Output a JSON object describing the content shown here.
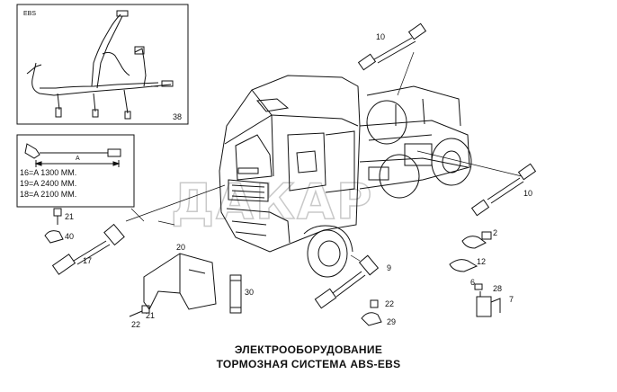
{
  "inset_top": {
    "tag": "EBS",
    "number": "38"
  },
  "inset_cable": {
    "dim_label": "A",
    "lengths": [
      "16=A 1300 MM.",
      "19=A 2400 MM.",
      "18=A 2100 MM."
    ]
  },
  "watermark": "ДАКАР",
  "part_numbers": {
    "p10_top": "10",
    "p10_right": "10",
    "p2": "2",
    "p12": "12",
    "p6": "6",
    "p28": "28",
    "p7": "7",
    "p9": "9",
    "p22_right": "22",
    "p29": "29",
    "p30": "30",
    "p20": "20",
    "p21_left": "21",
    "p40": "40",
    "p17": "17",
    "p21_bottom": "21",
    "p22_bottom": "22"
  },
  "caption": {
    "line1": "ЭЛЕКТРООБОРУДОВАНИЕ",
    "line2": "ТОРМОЗНАЯ СИСТЕМА ABS-EBS"
  }
}
